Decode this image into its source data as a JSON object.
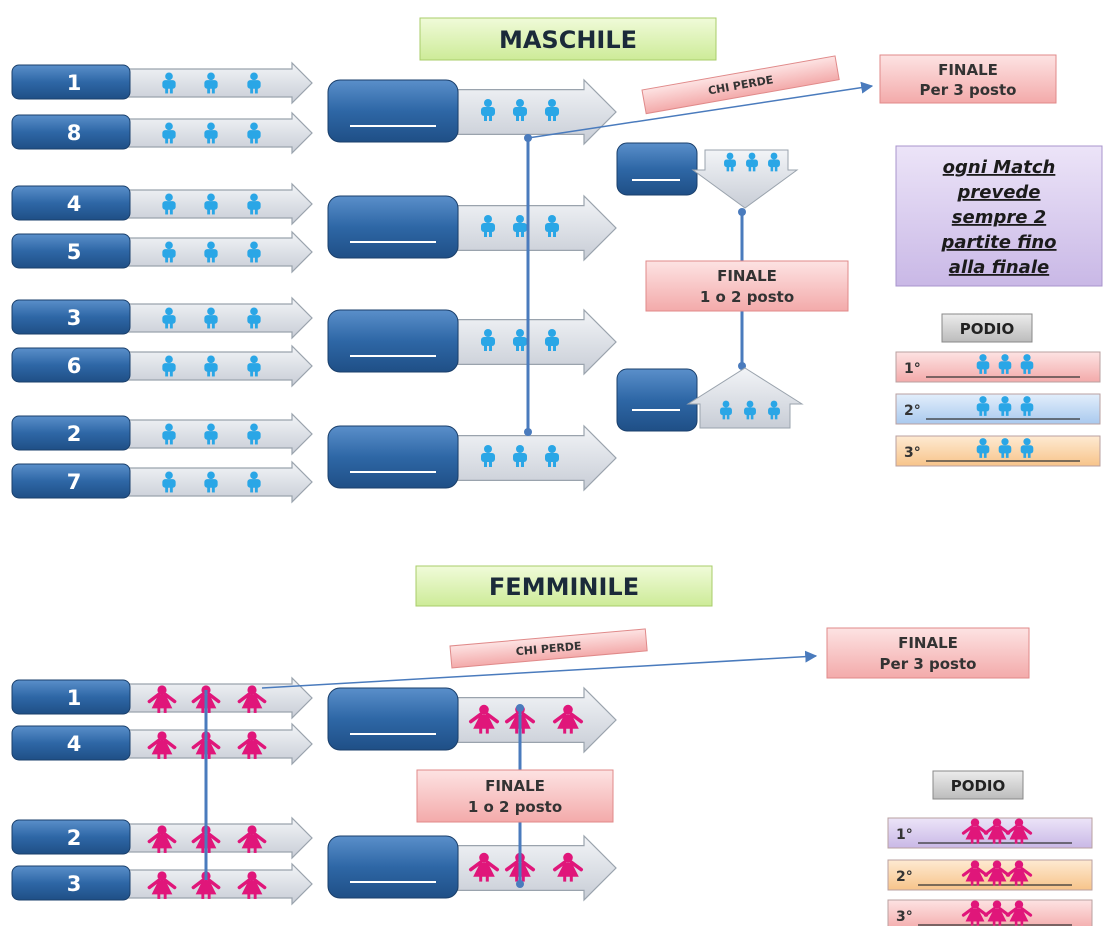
{
  "colors": {
    "seed_box_dark": "#1f5690",
    "seed_box_light": "#5a8fca",
    "arrow_fill": "#dfe3ea",
    "arrow_stroke": "#9aa3ad",
    "male_icon": "#2aa6e6",
    "female_icon": "#e0167a",
    "connector": "#4a7bbd",
    "title_green": "#dff5b4",
    "finale_pink": "#f6c3c3",
    "note_purple": "#d5c8ec",
    "podio_gray": "#d0d0d0",
    "podio_1_pink": "#f8c9c9",
    "podio_2_blue": "#c4dbf4",
    "podio_3_orange": "#fbd9b0",
    "podio_1_purple": "#ddd0f0",
    "podio_2_orange": "#fbd9b0",
    "podio_3_pink": "#f8c9c9"
  },
  "maschile": {
    "title": "MASCHILE",
    "seeds": [
      "1",
      "8",
      "4",
      "5",
      "3",
      "6",
      "2",
      "7"
    ],
    "loser_label": "CHI PERDE",
    "final_third": "FINALE\nPer 3 posto",
    "final_first_line1": "FINALE",
    "final_first_line2": "1 o 2 posto",
    "final_third_line1": "FINALE",
    "final_third_line2": "Per 3 posto",
    "winner_blank": "___",
    "note_lines": [
      "ogni Match",
      "prevede",
      "sempre 2",
      "partite fino",
      "alla finale"
    ],
    "podio_title": "PODIO",
    "podio": [
      "1°",
      "2°",
      "3°"
    ]
  },
  "femminile": {
    "title": "FEMMINILE",
    "seeds": [
      "1",
      "4",
      "2",
      "3"
    ],
    "loser_label": "CHI PERDE",
    "final_third_line1": "FINALE",
    "final_third_line2": "Per  3 posto",
    "final_first_line1": "FINALE",
    "final_first_line2": "1 o 2 posto",
    "podio_title": "PODIO",
    "podio": [
      "1°",
      "2°",
      "3°"
    ]
  }
}
